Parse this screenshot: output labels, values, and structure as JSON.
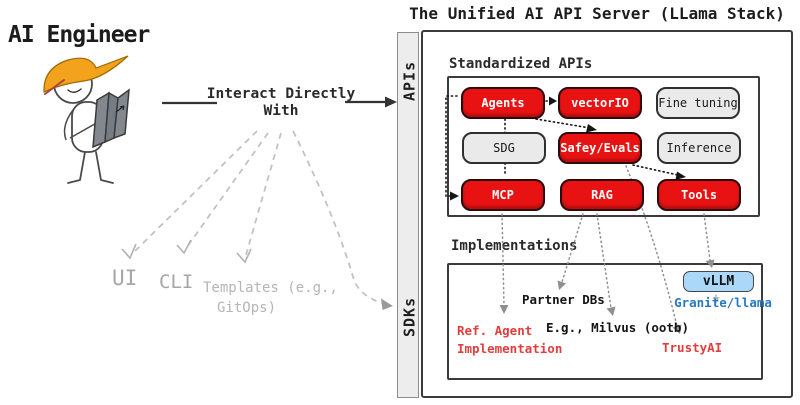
{
  "title": "The Unified AI API Server (LLama Stack)",
  "engineer_label": "AI Engineer",
  "interaction": {
    "line1": "Interact Directly",
    "line2": "With"
  },
  "clients": {
    "ui": "UI",
    "cli": "CLI",
    "templates_line1": "Templates (e.g.,",
    "templates_line2": "GitOps)"
  },
  "server": {
    "apis_bar": "APIs",
    "sdks_bar": "SDKs",
    "standardized": {
      "label": "Standardized APIs",
      "boxes": [
        {
          "label": "Agents",
          "style": "red"
        },
        {
          "label": "vectorIO",
          "style": "red"
        },
        {
          "label": "Fine tuning",
          "style": "gray"
        },
        {
          "label": "SDG",
          "style": "gray"
        },
        {
          "label": "Safey/Evals",
          "style": "red"
        },
        {
          "label": "Inference",
          "style": "gray"
        },
        {
          "label": "MCP",
          "style": "red"
        },
        {
          "label": "RAG",
          "style": "red"
        },
        {
          "label": "Tools",
          "style": "red"
        }
      ]
    },
    "implementations": {
      "label": "Implementations",
      "partner_dbs": "Partner DBs",
      "milvus": "E.g., Milvus (ootb)",
      "ref_agent_line1": "Ref. Agent",
      "ref_agent_line2": "Implementation",
      "trustyai": "TrustyAI",
      "vllm": "vLLM",
      "granite": "Granite/llama"
    }
  },
  "colors": {
    "red_box": "#e81212",
    "gray_box": "#eaeaea",
    "blue_box": "#abd7f8",
    "red_text": "#e23e3e",
    "blue_text": "#2779c4",
    "gray_text": "#a6a6a6",
    "hat_orange": "#f2a31b",
    "ink": "#222222"
  }
}
